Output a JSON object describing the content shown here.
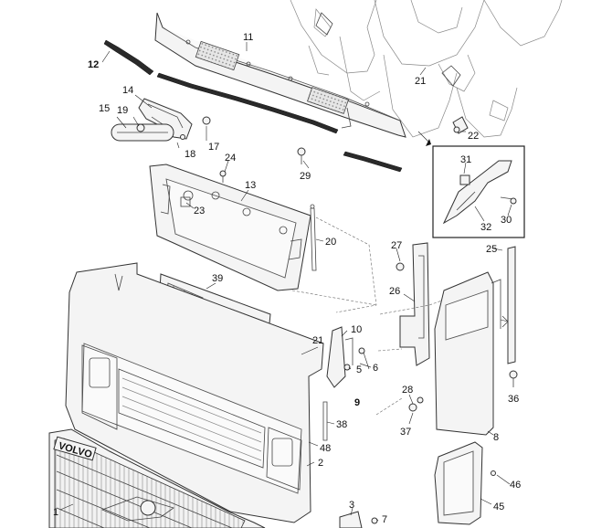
{
  "labels": {
    "l1": "1",
    "l2": "2",
    "l3": "3",
    "l5": "5",
    "l6": "6",
    "l7": "7",
    "l8": "8",
    "l9": "9",
    "l10": "10",
    "l11": "11",
    "l12": "12",
    "l13": "13",
    "l14": "14",
    "l15": "15",
    "l17": "17",
    "l18": "18",
    "l19": "19",
    "l20": "20",
    "l21a": "21",
    "l21b": "21",
    "l22": "22",
    "l23": "23",
    "l24": "24",
    "l25": "25",
    "l26": "26",
    "l27": "27",
    "l28": "28",
    "l29": "29",
    "l30": "30",
    "l31": "31",
    "l32": "32",
    "l36": "36",
    "l37": "37",
    "l38": "38",
    "l39": "39",
    "l45": "45",
    "l46": "46",
    "l48": "48"
  },
  "grille_logo_text": "VOLVO"
}
